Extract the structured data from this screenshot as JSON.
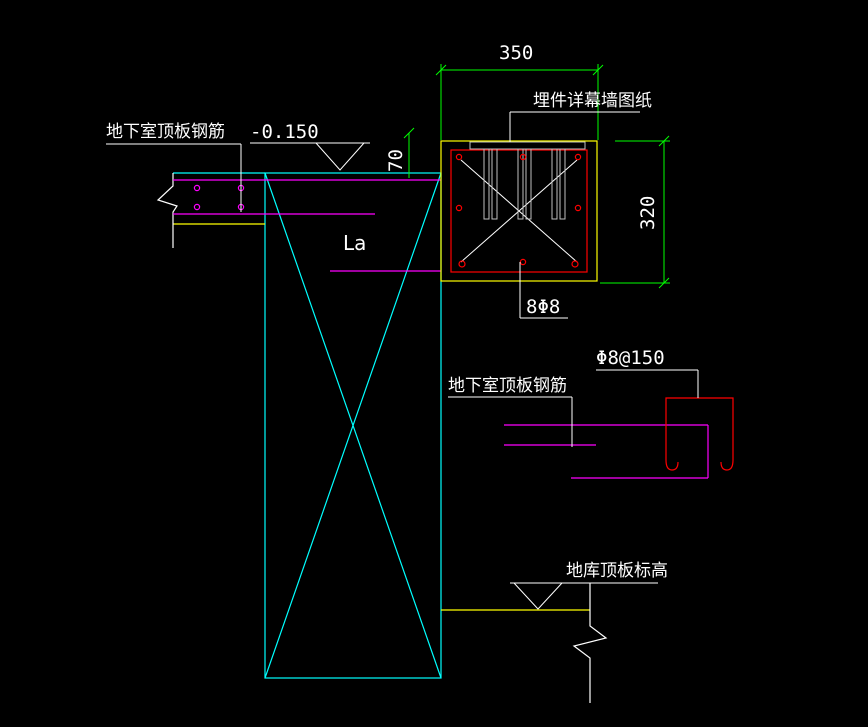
{
  "colors": {
    "background": "#000000",
    "column": "#00ffff",
    "slab_rebar": "#ff00ff",
    "edge_line": "#ffff00",
    "stirrup": "#ff0000",
    "dimension": "#00ff00",
    "leader": "#ffffff",
    "embed": "#b0b0b0"
  },
  "labels": {
    "top_slab_rebar": "地下室顶板钢筋",
    "elevation": "-0.150",
    "anchorage": "La",
    "embed_note": "埋件详幕墙图纸",
    "main_bars": "8Φ8",
    "stirrup_spec": "Φ8@150",
    "side_slab_rebar": "地下室顶板钢筋",
    "garage_roof_elevation": "地库顶板标高"
  },
  "dimensions": {
    "beam_width": "350",
    "beam_height": "320",
    "embed_offset": "70"
  }
}
